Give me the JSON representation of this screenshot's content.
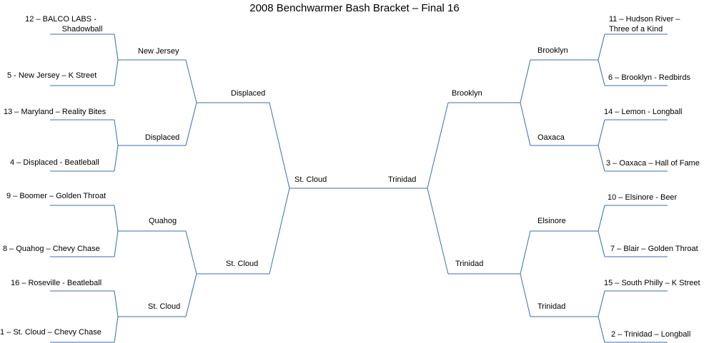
{
  "title": "2008 Benchwarmer Bash Bracket – Final 16",
  "line_color": "#3b6db5",
  "left": {
    "round1": [
      [
        "12 – BALCO LABS -",
        "Shadowball"
      ],
      [
        "5 - New Jersey – K Street"
      ],
      [
        "13 – Maryland – Reality Bites"
      ],
      [
        "4 – Displaced - Beatleball"
      ],
      [
        "9 – Boomer – Golden Throat"
      ],
      [
        "8 – Quahog – Chevy Chase"
      ],
      [
        "16 – Roseville - Beatleball"
      ],
      [
        "1 – St. Cloud – Chevy Chase"
      ]
    ],
    "round2": [
      "New Jersey",
      "Displaced",
      "Quahog",
      "St. Cloud"
    ],
    "round3": [
      "Displaced",
      "St. Cloud"
    ],
    "final": "St. Cloud"
  },
  "right": {
    "round1": [
      [
        "11 – Hudson River –",
        "Three of a Kind"
      ],
      [
        "6 – Brooklyn - Redbirds"
      ],
      [
        "14 – Lemon - Longball"
      ],
      [
        "3 – Oaxaca – Hall of Fame"
      ],
      [
        "10 – Elsinore - Beer"
      ],
      [
        "7 – Blair – Golden Throat"
      ],
      [
        "15 – South Philly – K Street"
      ],
      [
        "2 – Trinidad – Longball"
      ]
    ],
    "round2": [
      "Brooklyn",
      "Oaxaca",
      "Elsinore",
      "Trinidad"
    ],
    "round3": [
      "Brooklyn",
      "Trinidad"
    ],
    "final": "Trinidad"
  }
}
